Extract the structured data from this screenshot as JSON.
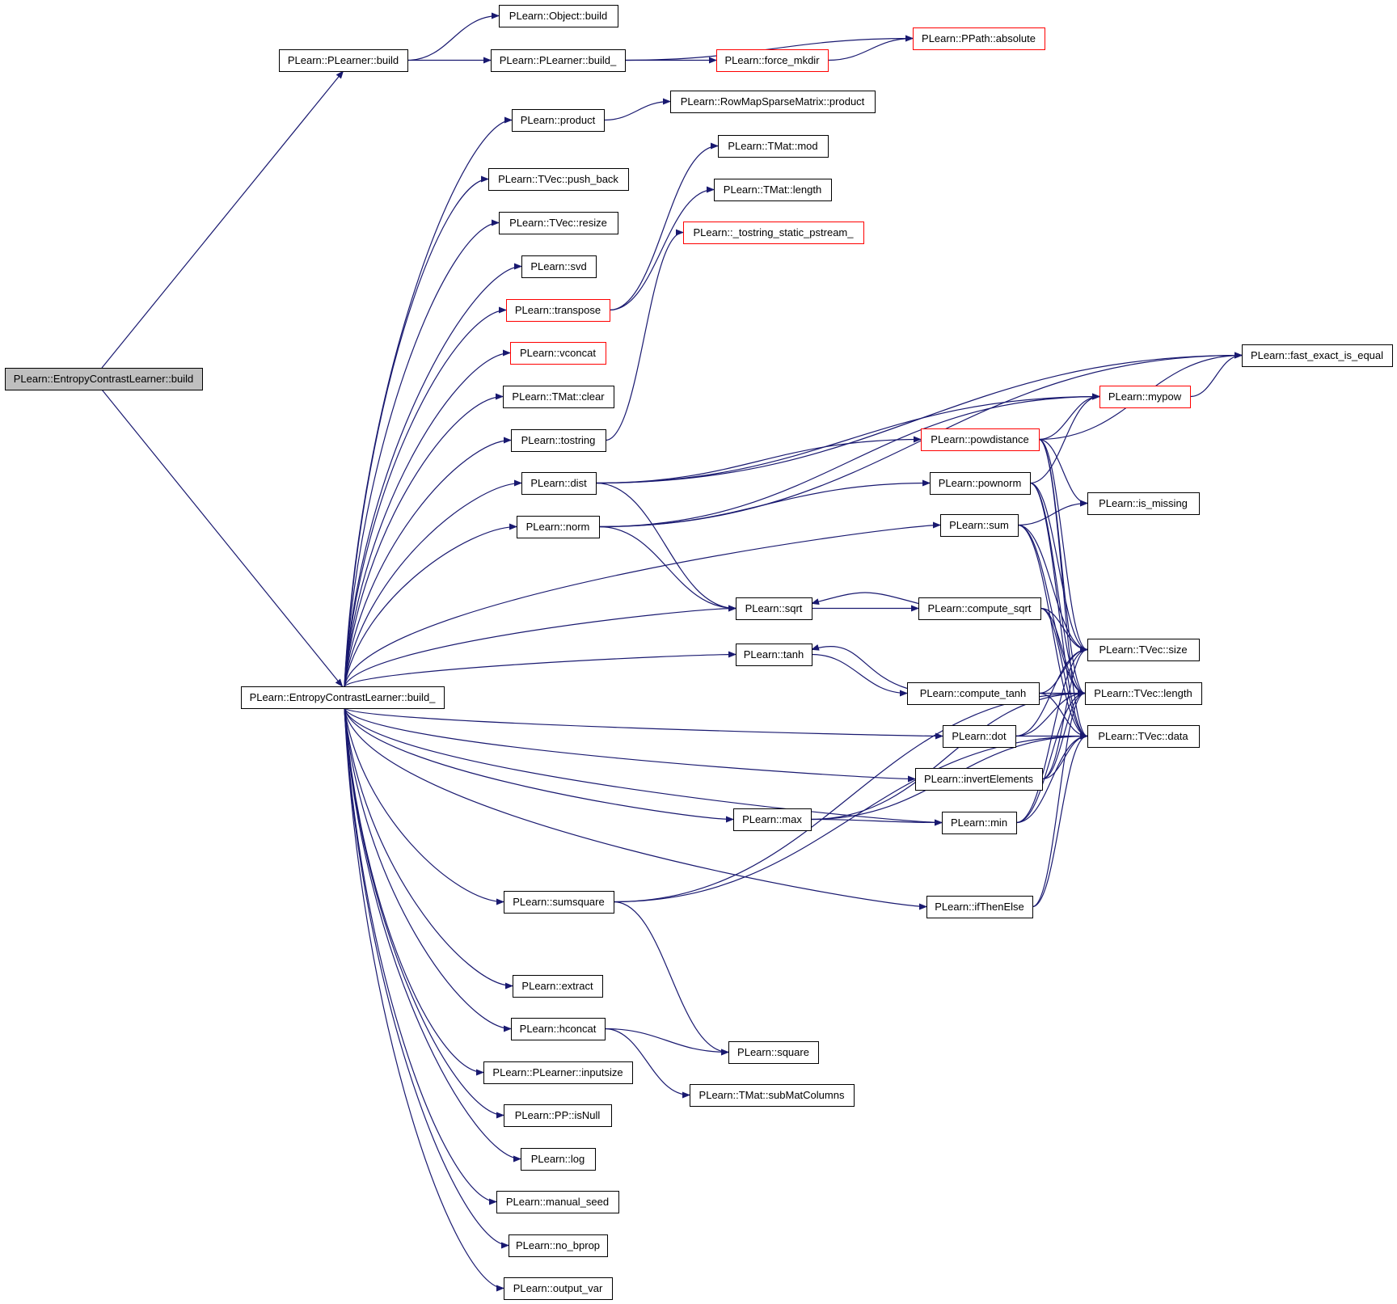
{
  "colors": {
    "edge": "#191970",
    "node_border": "#000000",
    "node_border_truncated": "#ff0000",
    "node_fill": "#ffffff",
    "root_fill": "#bfbfbf"
  },
  "nodes": {
    "root": {
      "label": "PLearn::EntropyContrastLearner::build",
      "kind": "root"
    },
    "pl_build": {
      "label": "PLearn::PLearner::build",
      "kind": "normal"
    },
    "ecl_build_": {
      "label": "PLearn::EntropyContrastLearner::build_",
      "kind": "normal"
    },
    "obj_build": {
      "label": "PLearn::Object::build",
      "kind": "normal"
    },
    "pl_build_": {
      "label": "PLearn::PLearner::build_",
      "kind": "normal"
    },
    "force_mkdir": {
      "label": "PLearn::force_mkdir",
      "kind": "truncated"
    },
    "ppath_abs": {
      "label": "PLearn::PPath::absolute",
      "kind": "truncated"
    },
    "product": {
      "label": "PLearn::product",
      "kind": "normal"
    },
    "rmsm_product": {
      "label": "PLearn::RowMapSparseMatrix::product",
      "kind": "normal"
    },
    "push_back": {
      "label": "PLearn::TVec::push_back",
      "kind": "normal"
    },
    "resize": {
      "label": "PLearn::TVec::resize",
      "kind": "normal"
    },
    "svd": {
      "label": "PLearn::svd",
      "kind": "normal"
    },
    "transpose": {
      "label": "PLearn::transpose",
      "kind": "truncated"
    },
    "vconcat": {
      "label": "PLearn::vconcat",
      "kind": "truncated"
    },
    "tmat_clear": {
      "label": "PLearn::TMat::clear",
      "kind": "normal"
    },
    "tostring": {
      "label": "PLearn::tostring",
      "kind": "normal"
    },
    "dist": {
      "label": "PLearn::dist",
      "kind": "normal"
    },
    "norm": {
      "label": "PLearn::norm",
      "kind": "normal"
    },
    "tmat_mod": {
      "label": "PLearn::TMat::mod",
      "kind": "normal"
    },
    "tmat_length": {
      "label": "PLearn::TMat::length",
      "kind": "normal"
    },
    "tostring_static": {
      "label": "PLearn::_tostring_static_pstream_",
      "kind": "truncated"
    },
    "fast_exact": {
      "label": "PLearn::fast_exact_is_equal",
      "kind": "normal"
    },
    "mypow": {
      "label": "PLearn::mypow",
      "kind": "truncated"
    },
    "powdistance": {
      "label": "PLearn::powdistance",
      "kind": "truncated"
    },
    "pownorm": {
      "label": "PLearn::pownorm",
      "kind": "normal"
    },
    "is_missing": {
      "label": "PLearn::is_missing",
      "kind": "normal"
    },
    "sum": {
      "label": "PLearn::sum",
      "kind": "normal"
    },
    "sqrt": {
      "label": "PLearn::sqrt",
      "kind": "normal"
    },
    "compute_sqrt": {
      "label": "PLearn::compute_sqrt",
      "kind": "normal"
    },
    "tvec_size": {
      "label": "PLearn::TVec::size",
      "kind": "normal"
    },
    "tanh": {
      "label": "PLearn::tanh",
      "kind": "normal"
    },
    "compute_tanh": {
      "label": "PLearn::compute_tanh",
      "kind": "normal"
    },
    "tvec_length": {
      "label": "PLearn::TVec::length",
      "kind": "normal"
    },
    "dot": {
      "label": "PLearn::dot",
      "kind": "normal"
    },
    "tvec_data": {
      "label": "PLearn::TVec::data",
      "kind": "normal"
    },
    "invert": {
      "label": "PLearn::invertElements",
      "kind": "normal"
    },
    "max": {
      "label": "PLearn::max",
      "kind": "normal"
    },
    "min": {
      "label": "PLearn::min",
      "kind": "normal"
    },
    "ifthenelse": {
      "label": "PLearn::ifThenElse",
      "kind": "normal"
    },
    "sumsquare": {
      "label": "PLearn::sumsquare",
      "kind": "normal"
    },
    "extract": {
      "label": "PLearn::extract",
      "kind": "normal"
    },
    "hconcat": {
      "label": "PLearn::hconcat",
      "kind": "normal"
    },
    "square": {
      "label": "PLearn::square",
      "kind": "normal"
    },
    "inputsize": {
      "label": "PLearn::PLearner::inputsize",
      "kind": "normal"
    },
    "submat": {
      "label": "PLearn::TMat::subMatColumns",
      "kind": "normal"
    },
    "isnull": {
      "label": "PLearn::PP::isNull",
      "kind": "normal"
    },
    "log": {
      "label": "PLearn::log",
      "kind": "normal"
    },
    "manual_seed": {
      "label": "PLearn::manual_seed",
      "kind": "normal"
    },
    "no_bprop": {
      "label": "PLearn::no_bprop",
      "kind": "normal"
    },
    "output_var": {
      "label": "PLearn::output_var",
      "kind": "normal"
    }
  },
  "edges": [
    [
      "root",
      "pl_build"
    ],
    [
      "root",
      "ecl_build_"
    ],
    [
      "pl_build",
      "obj_build"
    ],
    [
      "pl_build",
      "pl_build_"
    ],
    [
      "pl_build_",
      "force_mkdir"
    ],
    [
      "pl_build_",
      "ppath_abs"
    ],
    [
      "force_mkdir",
      "ppath_abs"
    ],
    [
      "ecl_build_",
      "product"
    ],
    [
      "ecl_build_",
      "push_back"
    ],
    [
      "ecl_build_",
      "resize"
    ],
    [
      "ecl_build_",
      "svd"
    ],
    [
      "ecl_build_",
      "transpose"
    ],
    [
      "ecl_build_",
      "vconcat"
    ],
    [
      "ecl_build_",
      "tmat_clear"
    ],
    [
      "ecl_build_",
      "tostring"
    ],
    [
      "ecl_build_",
      "dist"
    ],
    [
      "ecl_build_",
      "norm"
    ],
    [
      "ecl_build_",
      "sum"
    ],
    [
      "ecl_build_",
      "sqrt"
    ],
    [
      "ecl_build_",
      "tanh"
    ],
    [
      "ecl_build_",
      "dot"
    ],
    [
      "ecl_build_",
      "invert"
    ],
    [
      "ecl_build_",
      "min"
    ],
    [
      "ecl_build_",
      "max"
    ],
    [
      "ecl_build_",
      "ifthenelse"
    ],
    [
      "ecl_build_",
      "sumsquare"
    ],
    [
      "ecl_build_",
      "extract"
    ],
    [
      "ecl_build_",
      "hconcat"
    ],
    [
      "ecl_build_",
      "inputsize"
    ],
    [
      "ecl_build_",
      "isnull"
    ],
    [
      "ecl_build_",
      "log"
    ],
    [
      "ecl_build_",
      "manual_seed"
    ],
    [
      "ecl_build_",
      "no_bprop"
    ],
    [
      "ecl_build_",
      "output_var"
    ],
    [
      "product",
      "rmsm_product"
    ],
    [
      "transpose",
      "tmat_mod"
    ],
    [
      "transpose",
      "tmat_length"
    ],
    [
      "tostring",
      "tostring_static"
    ],
    [
      "dist",
      "fast_exact"
    ],
    [
      "dist",
      "mypow"
    ],
    [
      "dist",
      "powdistance"
    ],
    [
      "dist",
      "sqrt"
    ],
    [
      "norm",
      "fast_exact"
    ],
    [
      "norm",
      "mypow"
    ],
    [
      "norm",
      "pownorm"
    ],
    [
      "norm",
      "sqrt"
    ],
    [
      "powdistance",
      "mypow"
    ],
    [
      "powdistance",
      "fast_exact"
    ],
    [
      "powdistance",
      "is_missing"
    ],
    [
      "powdistance",
      "tvec_size"
    ],
    [
      "powdistance",
      "tvec_length"
    ],
    [
      "powdistance",
      "tvec_data"
    ],
    [
      "mypow",
      "fast_exact"
    ],
    [
      "pownorm",
      "mypow"
    ],
    [
      "pownorm",
      "tvec_size"
    ],
    [
      "pownorm",
      "tvec_length"
    ],
    [
      "pownorm",
      "tvec_data"
    ],
    [
      "sum",
      "is_missing"
    ],
    [
      "sum",
      "tvec_size"
    ],
    [
      "sum",
      "tvec_length"
    ],
    [
      "sum",
      "tvec_data"
    ],
    [
      "sqrt",
      "compute_sqrt"
    ],
    [
      "compute_sqrt",
      "sqrt"
    ],
    [
      "compute_sqrt",
      "tvec_size"
    ],
    [
      "compute_sqrt",
      "tvec_length"
    ],
    [
      "compute_sqrt",
      "tvec_data"
    ],
    [
      "tanh",
      "compute_tanh"
    ],
    [
      "compute_tanh",
      "tanh"
    ],
    [
      "compute_tanh",
      "tvec_size"
    ],
    [
      "compute_tanh",
      "tvec_length"
    ],
    [
      "compute_tanh",
      "tvec_data"
    ],
    [
      "dot",
      "tvec_size"
    ],
    [
      "dot",
      "tvec_length"
    ],
    [
      "dot",
      "tvec_data"
    ],
    [
      "invert",
      "tvec_size"
    ],
    [
      "invert",
      "tvec_length"
    ],
    [
      "invert",
      "tvec_data"
    ],
    [
      "max",
      "min"
    ],
    [
      "max",
      "tvec_length"
    ],
    [
      "max",
      "tvec_data"
    ],
    [
      "min",
      "tvec_size"
    ],
    [
      "min",
      "tvec_length"
    ],
    [
      "min",
      "tvec_data"
    ],
    [
      "ifthenelse",
      "tvec_length"
    ],
    [
      "ifthenelse",
      "tvec_data"
    ],
    [
      "sumsquare",
      "square"
    ],
    [
      "sumsquare",
      "tvec_length"
    ],
    [
      "sumsquare",
      "tvec_data"
    ],
    [
      "hconcat",
      "square"
    ],
    [
      "hconcat",
      "submat"
    ]
  ]
}
